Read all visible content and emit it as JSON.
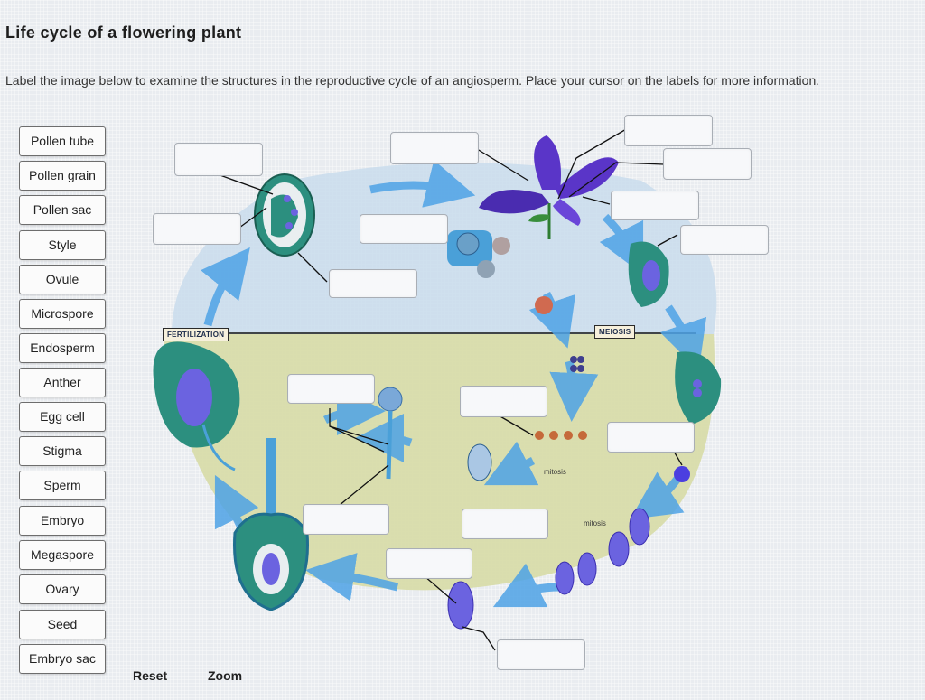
{
  "activity": {
    "title": "Life cycle of a flowering plant",
    "instructions": "Label the image below to examine the structures in the reproductive cycle of an angiosperm. Place your cursor on the labels for more information."
  },
  "label_bank": [
    "Pollen tube",
    "Pollen grain",
    "Pollen sac",
    "Style",
    "Ovule",
    "Microspore",
    "Endosperm",
    "Anther",
    "Egg cell",
    "Stigma",
    "Sperm",
    "Embryo",
    "Megaspore",
    "Ovary",
    "Seed",
    "Embryo sac"
  ],
  "diagram": {
    "fertilization_tag": "FERTILIZATION",
    "meiosis_tag": "MEIOSIS",
    "mitosis_note_1": "mitosis",
    "mitosis_note_2": "mitosis",
    "colors": {
      "sky": "#c9dcec",
      "ground": "#d8dcaa",
      "arrow": "#4ea3e6",
      "tissue": "#2c8f7f",
      "cell": "#6b63e0",
      "petal": "#5a35c8"
    }
  },
  "controls": {
    "reset": "Reset",
    "zoom": "Zoom"
  }
}
